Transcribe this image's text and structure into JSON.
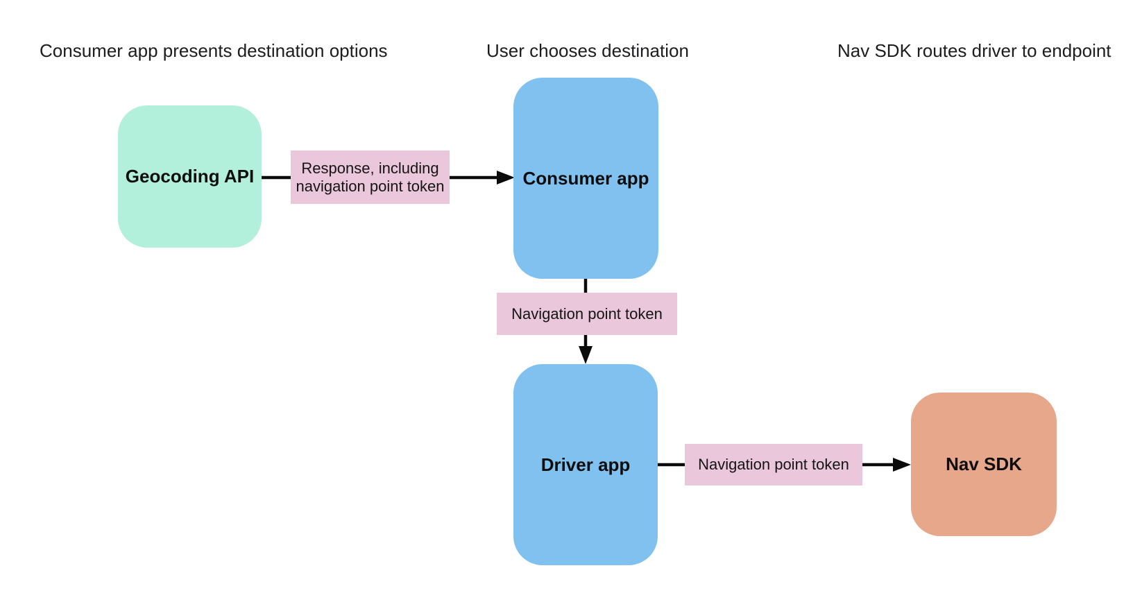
{
  "diagram": {
    "lane_titles": [
      {
        "label": "Consumer app presents destination options"
      },
      {
        "label": "User chooses destination"
      },
      {
        "label": "Nav SDK routes driver to endpoint"
      }
    ],
    "nodes": [
      {
        "id": "geocoding-api",
        "label": "Geocoding API",
        "color": "#b2f0dc"
      },
      {
        "id": "consumer-app",
        "label": "Consumer app",
        "color": "#80c1f0"
      },
      {
        "id": "driver-app",
        "label": "Driver app",
        "color": "#80c1f0"
      },
      {
        "id": "nav-sdk",
        "label": "Nav SDK",
        "color": "#e6a78b"
      }
    ],
    "edges": [
      {
        "from": "Geocoding API",
        "to": "Consumer app",
        "label": "Response, including navigation point token"
      },
      {
        "from": "Consumer app",
        "to": "Driver app",
        "label": "Navigation point token"
      },
      {
        "from": "Driver app",
        "to": "Nav SDK",
        "label": "Navigation point token"
      }
    ],
    "colors": {
      "edge_label_bg": "#ebc7dc",
      "arrow": "#0b0b0b",
      "background": "#ffffff",
      "text": "#1c1c1e"
    }
  }
}
